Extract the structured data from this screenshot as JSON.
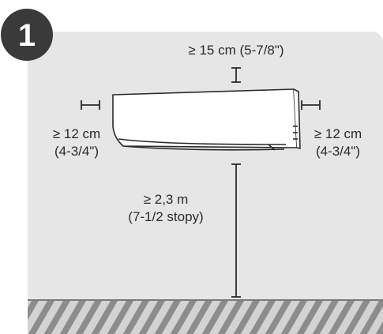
{
  "step_number": "1",
  "clearances": {
    "top": "≥ 15 cm (5-7/8\")",
    "left_line1": "≥ 12 cm",
    "left_line2": "(4-3/4\")",
    "right_line1": "≥ 12 cm",
    "right_line2": "(4-3/4\")",
    "floor_line1": "≥ 2,3 m",
    "floor_line2": "(7-1/2 stopy)"
  },
  "colors": {
    "panel": "#e6e6e6",
    "badge": "#3a3a3a",
    "unit_fill": "#ffffff",
    "unit_stroke": "#2a2a2a",
    "floor_stripe": "#8c8c8c",
    "floor_bg": "#d3d3d3"
  },
  "icons": [
    "air-conditioner-indoor-unit",
    "floor-hatch",
    "dimension-marker"
  ]
}
